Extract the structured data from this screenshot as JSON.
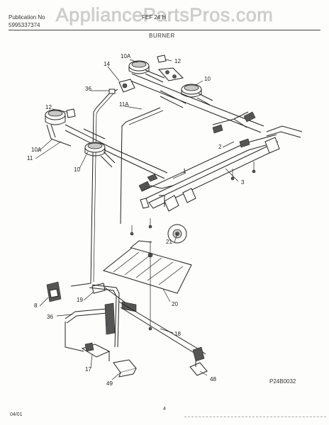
{
  "watermark": "AppliancePartsPros.com",
  "header": {
    "line1_left": "Publication No",
    "line1_right": "FEF 24 H",
    "line2_left": "5995337374",
    "section_title": "BURNER"
  },
  "diagram_code": "P24B0032",
  "footer": {
    "date": "04/01",
    "page": "4"
  },
  "callouts": [
    "10A",
    "12",
    "14",
    "10",
    "36",
    "11A",
    "12",
    "10A",
    "11",
    "10",
    "2",
    "1",
    "3",
    "21",
    "8",
    "19",
    "20",
    "36",
    "18",
    "17",
    "49",
    "48"
  ]
}
